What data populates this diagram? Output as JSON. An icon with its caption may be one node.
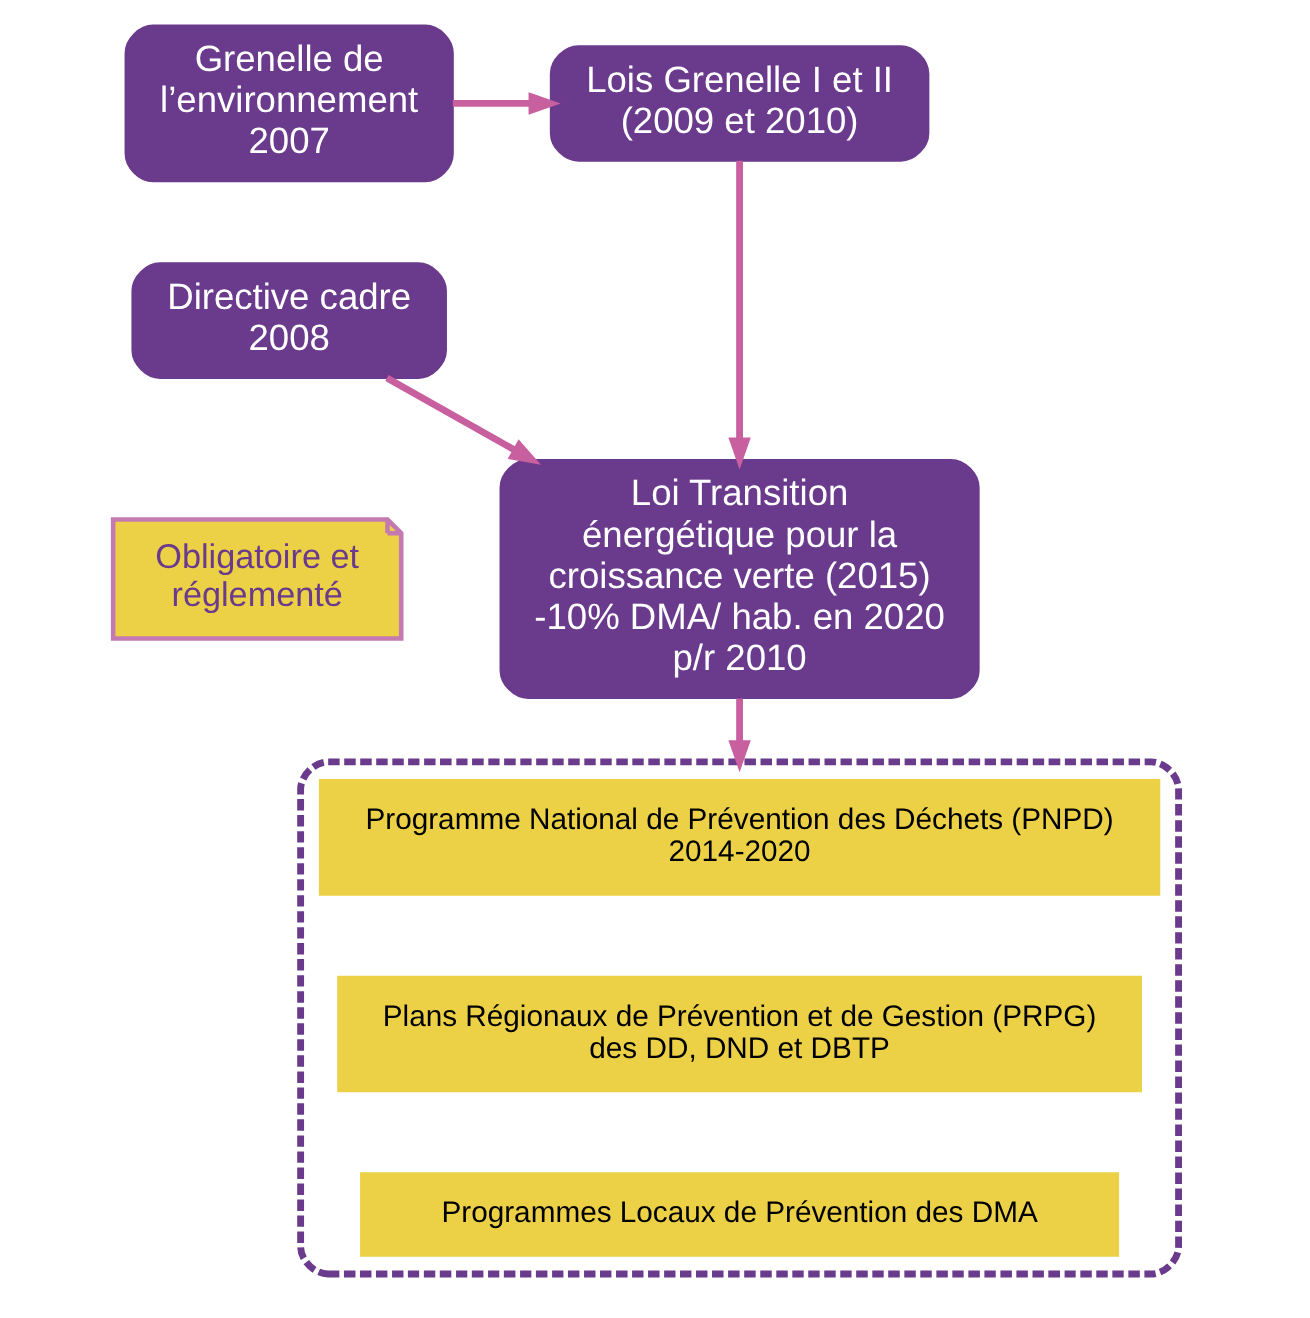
{
  "diagram": {
    "nodes": [
      {
        "text": [
          "Grenelle de l’environnement 2007"
        ]
      },
      {
        "text": [
          "Lois Grenelle I et II",
          "(2009 et 2010)"
        ]
      },
      {
        "text": [
          "Directive cadre 2008"
        ]
      },
      {
        "text": [
          "Loi Transition énergétique pour la croissance verte (2015)",
          "-10% DMA/ hab. en 2020 p/r 2010"
        ]
      },
      {
        "text": [
          "Obligatoire et réglementé"
        ]
      },
      {
        "text": [],
        "shape": "box"
      },
      {
        "text": [
          "Programme National de Prévention des Déchets (PNPD) 2014-2020"
        ],
        "in": 5
      },
      {
        "text": [
          "Plans Régionaux de Prévention et de Gestion (PRPG) des DD, DND et DBTP"
        ],
        "in": 5
      },
      {
        "text": [
          "Programmes Locaux de Prévention des DMA"
        ],
        "in": 5
      }
    ],
    "edges": [
      {
        "from": 0,
        "to": 1,
        "arrow": "to"
      },
      {
        "from": 1,
        "to": 3,
        "arrow": "to"
      },
      {
        "from": 2,
        "to": 3,
        "arrow": "to"
      },
      {
        "from": 3,
        "to": 5,
        "arrow": "to"
      }
    ]
  }
}
